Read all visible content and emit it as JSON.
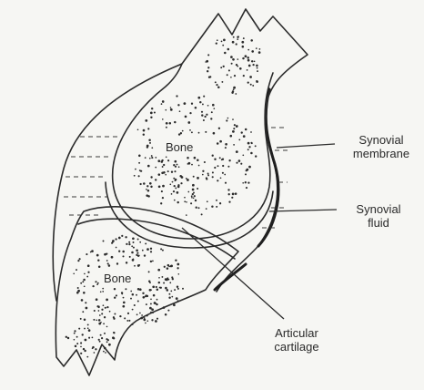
{
  "labels": {
    "bone_upper": "Bone",
    "bone_lower": "Bone",
    "synovial_membrane": [
      "Synovial",
      "membrane"
    ],
    "synovial_fluid": [
      "Synovial",
      "fluid"
    ],
    "articular_cartilage": [
      "Articular",
      "cartilage"
    ]
  },
  "colors": {
    "ink": "#2b2b2b",
    "paper": "#f6f6f3"
  }
}
